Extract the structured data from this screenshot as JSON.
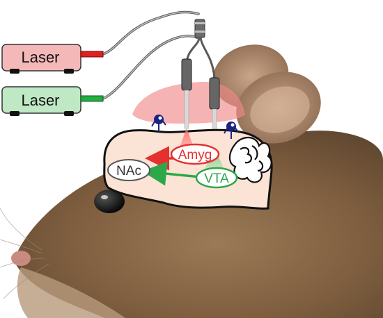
{
  "lasers": [
    {
      "label": "Laser",
      "color": "#f4b8b8",
      "tip_color": "#e02020"
    },
    {
      "label": "Laser",
      "color": "#bfe8c4",
      "tip_color": "#20b040"
    }
  ],
  "regions": {
    "amygdala": "Amyg",
    "vta": "VTA",
    "nac": "NAc"
  },
  "colors": {
    "red_pathway": "#e53030",
    "green_pathway": "#2ca84a",
    "brain_fill": "#fbe3d6",
    "skull_cap": "#f08b8b",
    "fur": "#8a6a4a"
  },
  "icons": [
    "fiber-optic-cable-icon",
    "optic-fiber-implant-icon",
    "neuron-icon",
    "cerebellum-icon",
    "mouse-head-image"
  ]
}
